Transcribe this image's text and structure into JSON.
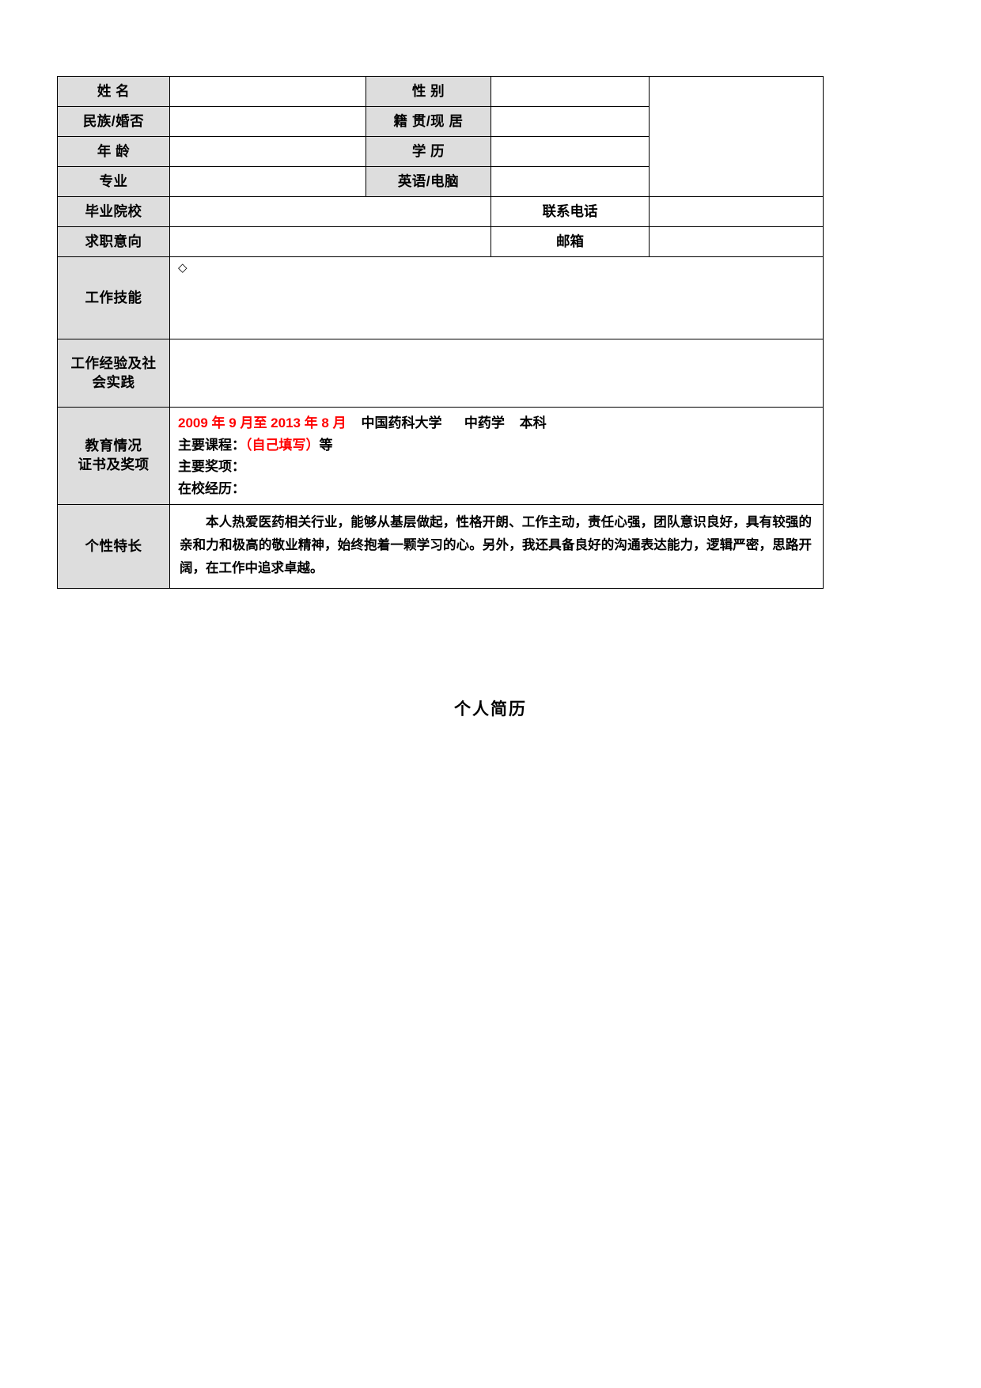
{
  "document": {
    "title": "个人简历"
  },
  "table": {
    "rows": {
      "name": {
        "label": "姓 名",
        "value": ""
      },
      "gender": {
        "label": "性 别",
        "value": ""
      },
      "ethnicity_marriage": {
        "label": "民族/婚否",
        "value": ""
      },
      "hometown_residence": {
        "label": "籍 贯/现 居",
        "value": ""
      },
      "age": {
        "label": "年 龄",
        "value": ""
      },
      "education_level": {
        "label": "学 历",
        "value": ""
      },
      "major": {
        "label": "专业",
        "value": ""
      },
      "english_computer": {
        "label": "英语/电脑",
        "value": ""
      },
      "school": {
        "label": "毕业院校",
        "value": ""
      },
      "phone": {
        "label": "联系电话",
        "value": ""
      },
      "job_intention": {
        "label": "求职意向",
        "value": ""
      },
      "email": {
        "label": "邮箱",
        "value": ""
      },
      "work_skills": {
        "label": "工作技能",
        "bullet": "◇",
        "value": ""
      },
      "work_experience": {
        "label1": "工作经验及社",
        "label2": "会实践",
        "value": ""
      },
      "education": {
        "label1": "教育情况",
        "label2": "证书及奖项",
        "line1_date": "2009 年 9 月至 2013 年 8 月",
        "line1_school": "中国药科大学",
        "line1_major": "中药学",
        "line1_degree": "本科",
        "line2_prefix": "主要课程：",
        "line2_red": "（自己填写）",
        "line2_suffix": "等",
        "line3": "主要奖项：",
        "line4": "在校经历："
      },
      "traits": {
        "label": "个性特长",
        "text": "本人热爱医药相关行业，能够从基层做起，性格开朗、工作主动，责任心强，团队意识良好，具有较强的亲和力和极高的敬业精神，始终抱着一颗学习的心。另外，我还具备良好的沟通表达能力，逻辑严密，思路开阔，在工作中追求卓越。"
      }
    }
  },
  "colors": {
    "label_bg": "#dddddd",
    "accent_red": "#ff0000",
    "border": "#000000"
  }
}
